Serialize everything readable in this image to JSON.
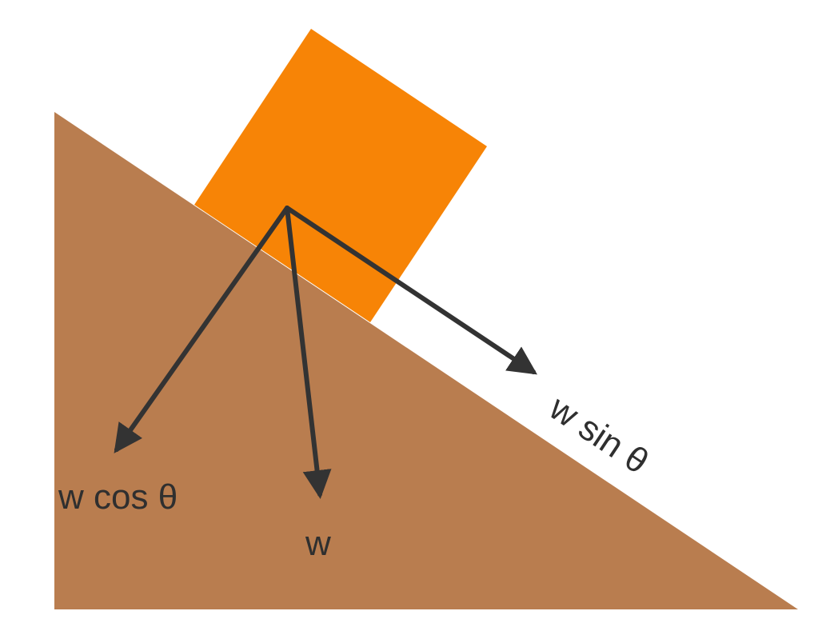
{
  "colors": {
    "incline": "#b97d4f",
    "block": "#f78406",
    "arrow": "#333333",
    "label": "#2f2f2f",
    "background": "#ffffff"
  },
  "labels": {
    "weight": "w",
    "normal_component": "w cos θ",
    "parallel_component": "w sin θ"
  }
}
